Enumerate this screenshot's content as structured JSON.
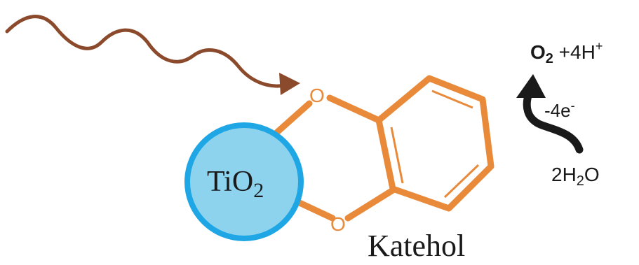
{
  "labels": {
    "tio2_main": "TiO",
    "tio2_sub": "2",
    "oxygen_atom": "O",
    "katehol": "Katehol",
    "o2_main": "O",
    "o2_sub": "2",
    "o2_suffix": " +4H",
    "o2_sup": "+",
    "electrons_main": "-4e",
    "electrons_sup": "-",
    "water_prefix": "2H",
    "water_sub": "2",
    "water_suffix": "O"
  },
  "colors": {
    "orange": "#E98A3B",
    "brown": "#8B4A2B",
    "tio2_fill": "#8ED3EE",
    "tio2_stroke": "#1EA7E4",
    "black": "#1a1a1a"
  },
  "icons": {
    "light_wave": "wavy-arrow-icon",
    "reaction_arrow": "curved-arrow-icon"
  }
}
